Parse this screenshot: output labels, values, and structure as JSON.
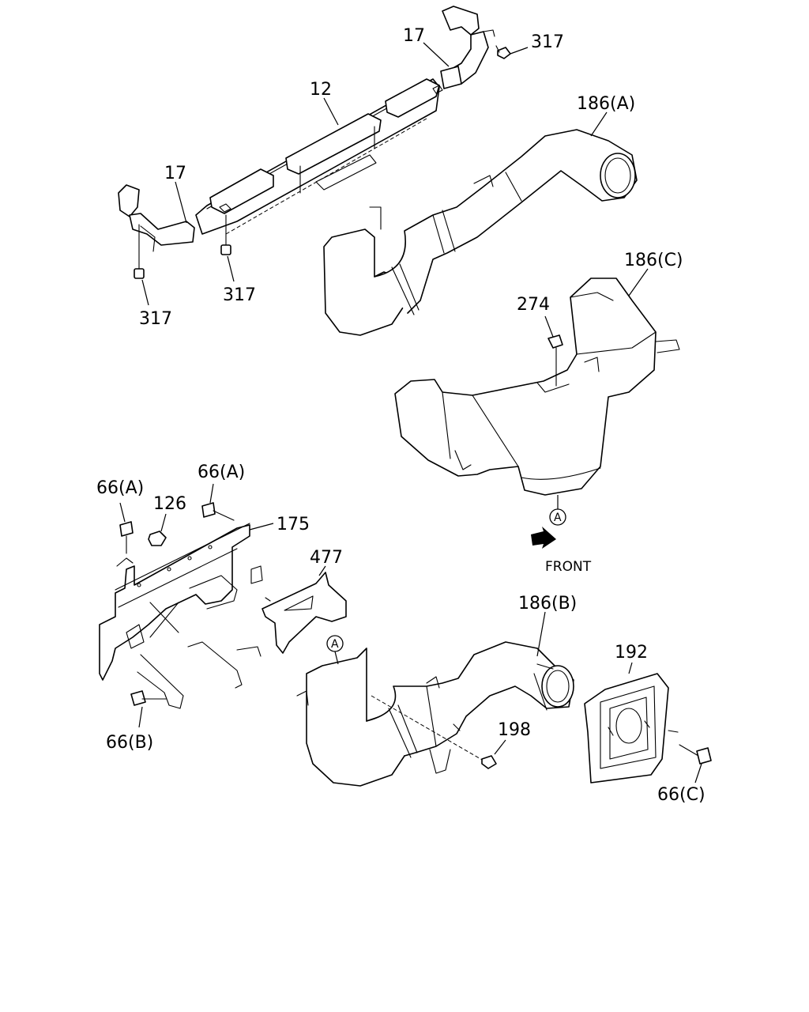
{
  "diagram": {
    "front_label": "FRONT",
    "ref_marker": "A",
    "labels": {
      "p17_top": "17",
      "p317_top": "317",
      "p12": "12",
      "p186a": "186(A)",
      "p17_left": "17",
      "p317_mid": "317",
      "p317_left": "317",
      "p186c": "186(C)",
      "p274": "274",
      "p66a_left": "66(A)",
      "p66a_right": "66(A)",
      "p126": "126",
      "p175": "175",
      "p477": "477",
      "p186b": "186(B)",
      "p192": "192",
      "p198": "198",
      "p66b": "66(B)",
      "p66c": "66(C)"
    }
  }
}
